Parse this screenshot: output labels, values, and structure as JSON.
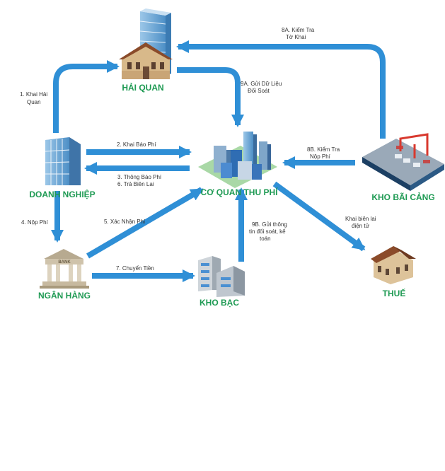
{
  "nodes": {
    "hai_quan": "HẢI QUAN",
    "doanh_nghiep": "DOANH NGHIỆP",
    "co_quan_thu_phi": "CƠ QUAN THU PHÍ",
    "kho_bai_cang": "KHO BÃI CẢNG",
    "ngan_hang": "NGÂN HÀNG",
    "kho_bac": "KHO BẠC",
    "thue": "THUẾ",
    "bank_sign": "BANK"
  },
  "steps": {
    "s1": [
      "1. Khai Hải",
      "Quan"
    ],
    "s2": [
      "2. Khai Báo Phí"
    ],
    "s3": [
      "3. Thông Báo Phí",
      "6. Trả Biên Lai"
    ],
    "s4": [
      "4. Nộp Phí"
    ],
    "s5": [
      "5. Xác Nhận Phí"
    ],
    "s7": [
      "7. Chuyển Tiền"
    ],
    "s8a": [
      "8A. Kiểm Tra",
      "Tờ Khai"
    ],
    "s8b": [
      "8B. Kiểm Tra",
      "Nộp Phí"
    ],
    "s9a": [
      "9A. Gửi Dữ Liệu",
      "Đối Soát"
    ],
    "s9b": [
      "9B. Gửi thông",
      "tin đối soát, kế",
      "toán"
    ],
    "thue_note": [
      "Khai biên lai",
      "điện tử"
    ]
  },
  "colors": {
    "arrow": "#2f8fd6",
    "label": "#1e9a53"
  }
}
